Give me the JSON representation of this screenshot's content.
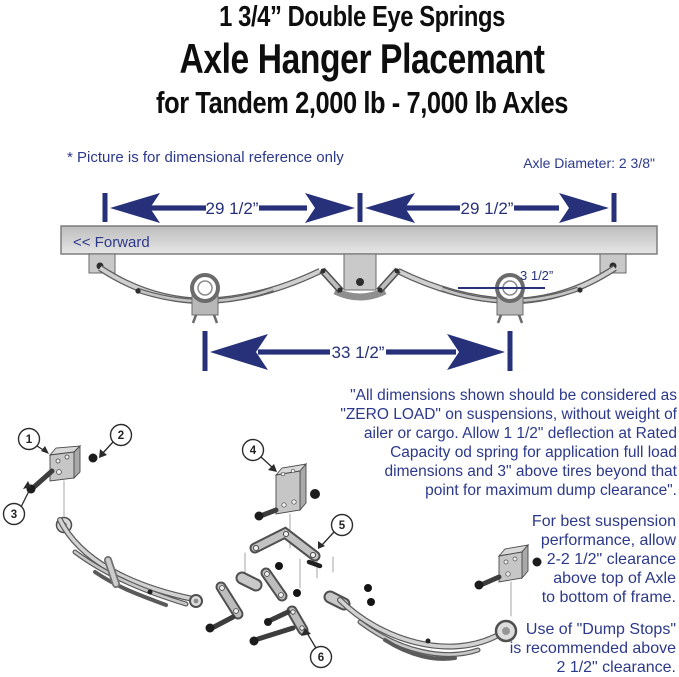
{
  "header": {
    "line1": "1 3/4” Double Eye Springs",
    "line2": "Axle Hanger Placemant",
    "line3": "for Tandem 2,000 lb - 7,000 lb Axles"
  },
  "top_diagram": {
    "reference_note": "* Picture is for dimensional reference only",
    "axle_diameter": "Axle Diameter: 2 3/8\"",
    "forward_label": "<< Forward",
    "dim_front_spacing": "29 1/2”",
    "dim_rear_spacing": "29 1/2”",
    "dim_axle_drop": "3 1/2”",
    "dim_axle_spread": "33 1/2”"
  },
  "exploded_view": {
    "callouts": [
      "1",
      "2",
      "3",
      "4",
      "5",
      "6"
    ]
  },
  "notes": {
    "zero_load": {
      "lines": [
        "\"All dimensions shown should be considered as",
        "\"ZERO LOAD\" on suspensions, without weight of",
        "ailer or cargo. Allow 1 1/2\" deflection at Rated",
        "Capacity od spring for application full load",
        "dimensions and 3\" above tires beyond that",
        "point for maximum dump clearance\"."
      ]
    },
    "suspension": {
      "lines": [
        "For best suspension",
        "performance, allow",
        "2-2 1/2\" clearance",
        "above top of Axle",
        "to bottom of frame."
      ]
    },
    "dump_stops": {
      "lines": [
        "Use of \"Dump Stops\"",
        "is recommended above",
        "2 1/2\" clearance."
      ]
    }
  },
  "colors": {
    "navy_text": "#2c398a",
    "arrow_navy": "#263179",
    "frame_gray": "#c9c9c9"
  }
}
